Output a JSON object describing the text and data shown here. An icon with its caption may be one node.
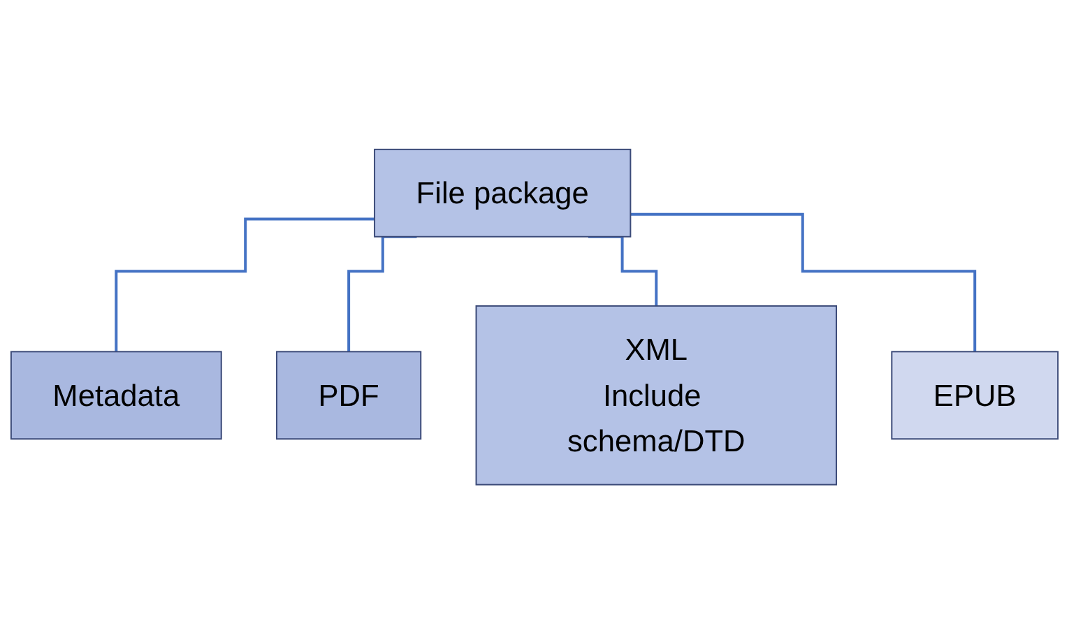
{
  "diagram": {
    "nodes": [
      {
        "text": [
          "File package"
        ]
      },
      {
        "text": [
          "Metadata"
        ]
      },
      {
        "text": [
          "PDF"
        ]
      },
      {
        "text": [
          "XML",
          "Include schema/DTD"
        ]
      },
      {
        "text": [
          "EPUB"
        ]
      }
    ],
    "edges": [
      {
        "from": 0,
        "to": 1,
        "arrow": "none"
      },
      {
        "from": 0,
        "to": 2,
        "arrow": "none"
      },
      {
        "from": 0,
        "to": 3,
        "arrow": "none"
      },
      {
        "from": 0,
        "to": 4,
        "arrow": "none"
      }
    ]
  }
}
